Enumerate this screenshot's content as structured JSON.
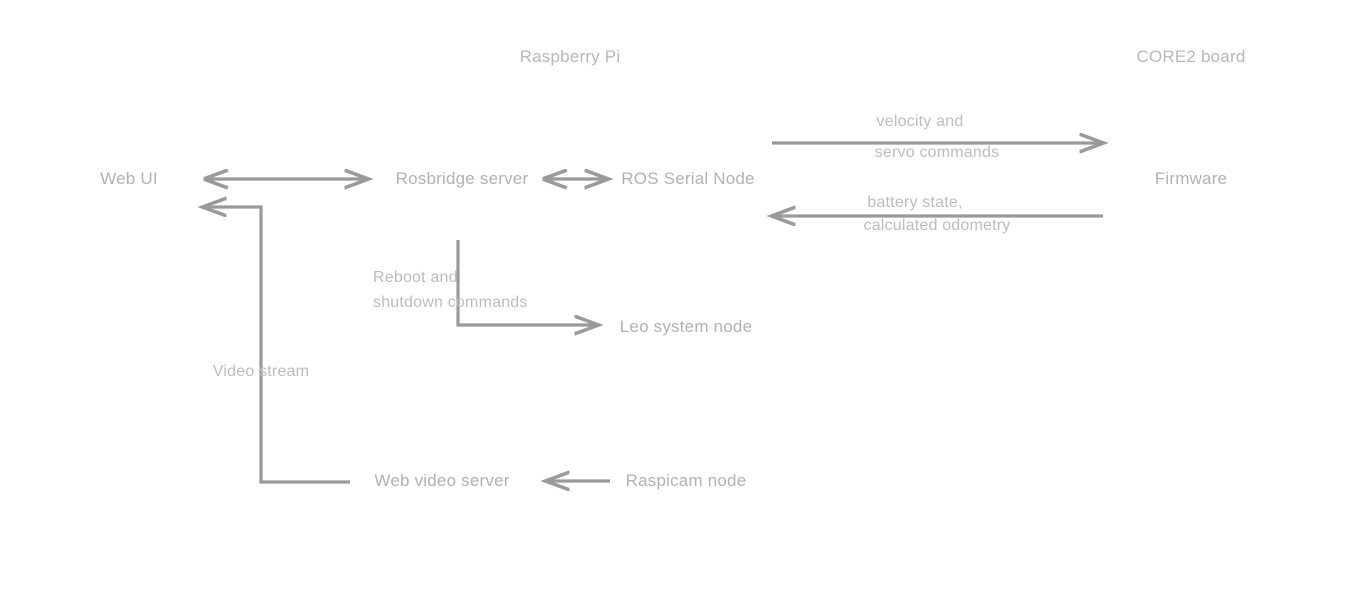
{
  "diagram": {
    "type": "system-architecture",
    "background_color": "#ffffff",
    "line_color": "#9a9a9a",
    "text_color": "#b4b4b4",
    "groups": [
      {
        "id": "raspberry-pi",
        "title": "Raspberry Pi"
      },
      {
        "id": "core2-board",
        "title": "CORE2 board"
      }
    ],
    "nodes": [
      {
        "id": "web-ui",
        "label": "Web UI"
      },
      {
        "id": "rosbridge-server",
        "label": "Rosbridge server"
      },
      {
        "id": "ros-serial-node",
        "label": "ROS Serial Node"
      },
      {
        "id": "firmware",
        "label": "Firmware"
      },
      {
        "id": "leo-system-node",
        "label": "Leo system node"
      },
      {
        "id": "web-video-server",
        "label": "Web video server"
      },
      {
        "id": "raspicam-node",
        "label": "Raspicam node"
      }
    ],
    "edges": [
      {
        "id": "webui-rosbridge",
        "from": "web-ui",
        "to": "rosbridge-server",
        "direction": "bidirectional",
        "label": ""
      },
      {
        "id": "rosbridge-rosserial",
        "from": "rosbridge-server",
        "to": "ros-serial-node",
        "direction": "bidirectional",
        "label": ""
      },
      {
        "id": "rosserial-firmware-commands",
        "from": "ros-serial-node",
        "to": "firmware",
        "direction": "forward",
        "label_line1": "velocity and",
        "label_line2": "servo commands"
      },
      {
        "id": "firmware-rosserial-telemetry",
        "from": "firmware",
        "to": "ros-serial-node",
        "direction": "backward",
        "label_line1": "battery state,",
        "label_line2": "calculated odometry"
      },
      {
        "id": "rosbridge-leosystem",
        "from": "rosbridge-server",
        "to": "leo-system-node",
        "direction": "forward",
        "label_line1": "Reboot and",
        "label_line2": "shutdown commands"
      },
      {
        "id": "webvideo-webui",
        "from": "web-video-server",
        "to": "web-ui",
        "direction": "forward",
        "label": "Video stream"
      },
      {
        "id": "raspicam-webvideo",
        "from": "raspicam-node",
        "to": "web-video-server",
        "direction": "forward",
        "label": ""
      }
    ]
  }
}
